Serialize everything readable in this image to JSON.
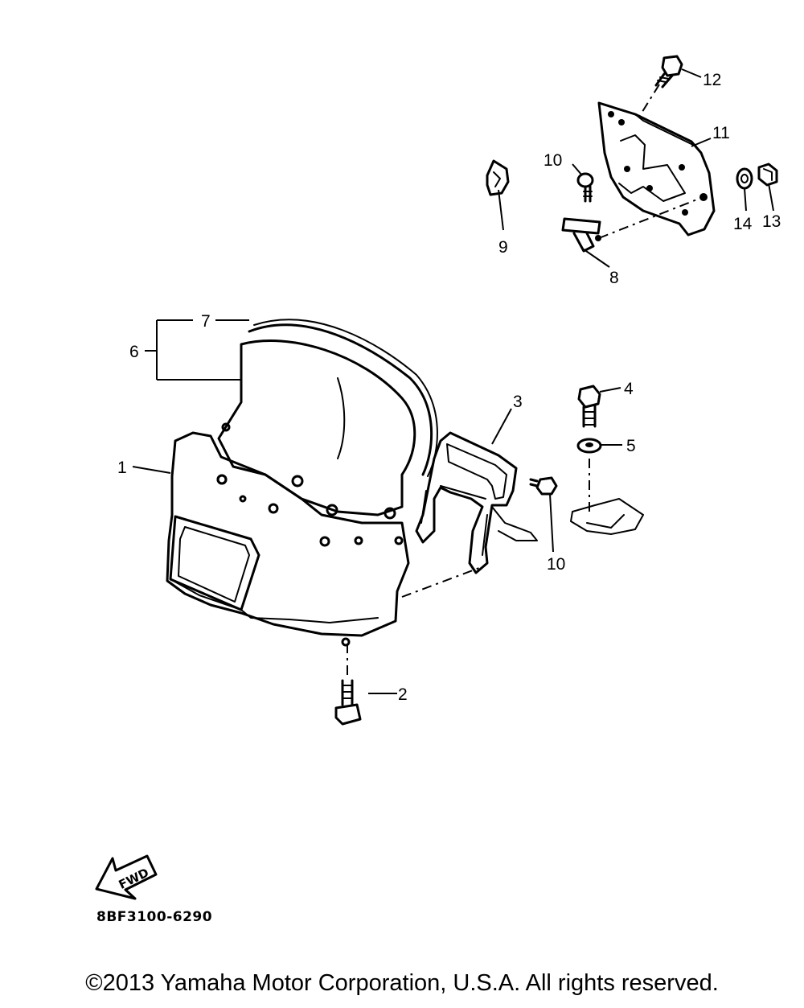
{
  "diagram": {
    "callouts": [
      "1",
      "2",
      "3",
      "4",
      "5",
      "6",
      "7",
      "8",
      "9",
      "10",
      "10",
      "11",
      "12",
      "13",
      "14"
    ],
    "fwd_arrow_label": "FWD",
    "reference_code": "8BF3100-6290",
    "copyright": "©2013 Yamaha Motor Corporation, U.S.A. All rights reserved."
  }
}
